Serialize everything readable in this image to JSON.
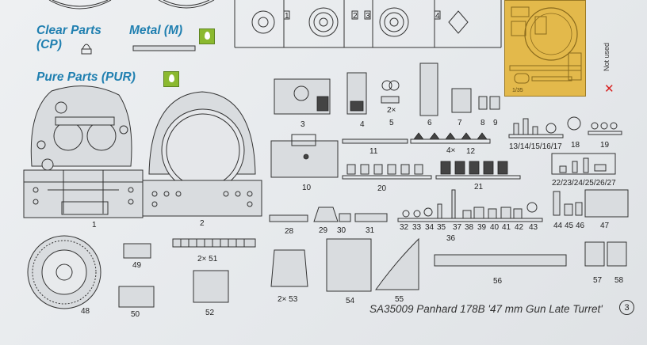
{
  "legend": {
    "clear_parts": "Clear Parts",
    "clear_parts_abbr": "(CP)",
    "metal": "Metal (M)",
    "pure_parts": "Pure Parts (PUR)"
  },
  "photo_etch": {
    "label": "1/35",
    "not_used": "Not used"
  },
  "part_labels": [
    "1",
    "2",
    "3",
    "4",
    "2×",
    "5",
    "6",
    "7",
    "8",
    "9",
    "10",
    "11",
    "4×",
    "12",
    "13/14/15/16/17",
    "18",
    "19",
    "20",
    "21",
    "22/23/24/25/26/27",
    "28",
    "29",
    "30",
    "31",
    "32",
    "33",
    "34",
    "35",
    "37",
    "38",
    "39",
    "40",
    "41",
    "42",
    "43",
    "36",
    "44",
    "45",
    "46",
    "47",
    "48",
    "49",
    "2× 51",
    "50",
    "52",
    "2× 53",
    "54",
    "55",
    "56",
    "57",
    "58"
  ],
  "sprue_labels": [
    "1",
    "2",
    "3",
    "4"
  ],
  "caption": "SA35009 Panhard 178B '47 mm Gun Late Turret'",
  "page_number": "3",
  "colors": {
    "legend_blue": "#1f7fb0",
    "drop_green": "#8bb92f",
    "photo_etch_gold": "#e3b94b",
    "not_used_red": "#d82020"
  },
  "icons": [
    "clear-part-icon",
    "metal-rod-icon",
    "drop-icon",
    "not-used-x-icon"
  ]
}
